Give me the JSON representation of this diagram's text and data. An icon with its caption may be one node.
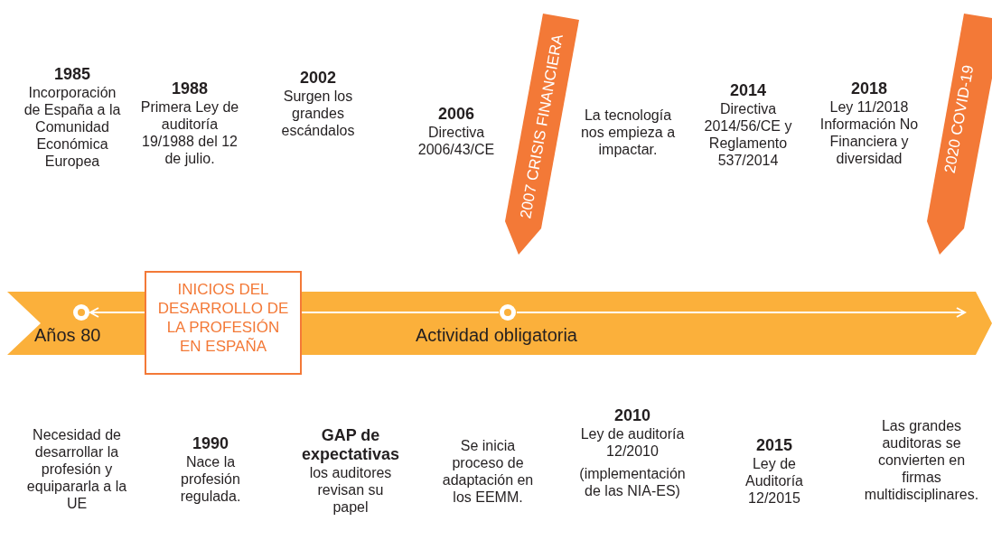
{
  "diagram": {
    "nodes": [
      {
        "text": [
          "Años 80",
          "Actividad obligatoria"
        ]
      },
      {
        "text": [
          "INICIOS DEL DESARROLLO DE LA PROFESIÓN EN ESPAÑA"
        ]
      },
      {
        "text": [],
        "shape": "circle",
        "in": 0
      },
      {
        "text": [],
        "shape": "circle",
        "in": 0
      },
      {
        "text": [
          "2007 CRISIS FINANCIERA"
        ]
      },
      {
        "text": [
          "2020 COVID-19"
        ]
      }
    ],
    "edges": [
      {
        "from": 1,
        "to": 2,
        "arrow": "to"
      },
      {
        "from": 1,
        "to": 3,
        "arrow": "none"
      },
      {
        "from": 3,
        "to": null,
        "arrow": "to"
      }
    ],
    "labels": [
      "1985",
      "Incorporación de España a la Comunidad Económica Europea",
      "1988",
      "Primera Ley de auditoría 19/1988 del 12 de julio.",
      "2002",
      "Surgen los grandes escándalos",
      "2006",
      "Directiva 2006/43/CE",
      "La tecnología nos empieza a impactar.",
      "2014",
      "Directiva 2014/56/CE y Reglamento 537/2014",
      "2018",
      "Ley 11/2018 Información No Financiera y diversidad",
      "Necesidad de desarrollar la profesión y equipararla a la UE",
      "1990",
      "Nace la profesión regulada.",
      "GAP de expectativas",
      "los auditores revisan su papel",
      "Se inicia proceso de adaptación en los EEMM.",
      "2010",
      "Ley de auditoría 12/2010",
      "(implementación de las NIA-ES)",
      "2015",
      "Ley de Auditoría 12/2015",
      "Las grandes auditoras se convierten en firmas multidisciplinares."
    ]
  }
}
